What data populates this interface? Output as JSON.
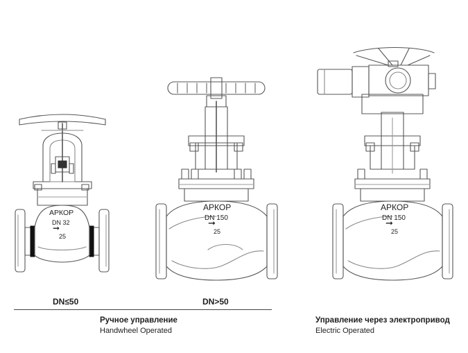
{
  "brand": "АРКОР",
  "valves": [
    {
      "id": "small",
      "dn": "DN 32",
      "flow": "25"
    },
    {
      "id": "large",
      "dn": "DN 150",
      "flow": "25"
    },
    {
      "id": "electric",
      "dn": "DN 150",
      "flow": "25"
    }
  ],
  "size_labels": {
    "small": "DN≤50",
    "large": "DN>50"
  },
  "groups": {
    "handwheel": {
      "ru": "Ручное управление",
      "en": "Handwheel Operated"
    },
    "electric": {
      "ru": "Управление через электропривод",
      "en": "Electric Operated"
    }
  }
}
